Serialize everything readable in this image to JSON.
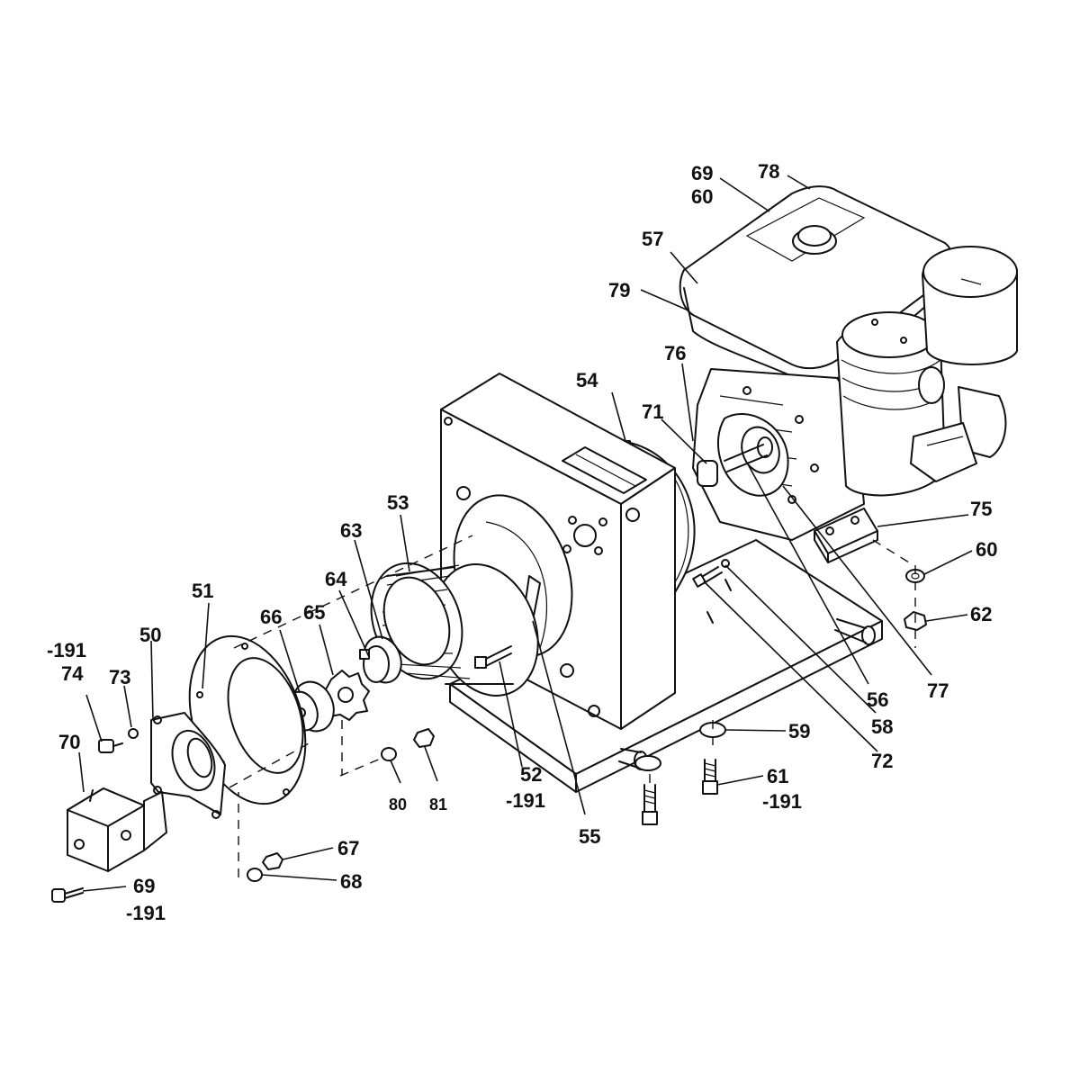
{
  "callouts": {
    "c78": "78",
    "c69_top": "69",
    "c60_top": "60",
    "c57": "57",
    "c79": "79",
    "c76": "76",
    "c54": "54",
    "c71": "71",
    "c75": "75",
    "c60": "60",
    "c62": "62",
    "c53": "53",
    "c63": "63",
    "c64": "64",
    "c51": "51",
    "c66": "66",
    "c65": "65",
    "c50": "50",
    "c191_left": "-191",
    "c74": "74",
    "c73": "73",
    "c70": "70",
    "c56": "56",
    "c77": "77",
    "c58": "58",
    "c72": "72",
    "c59": "59",
    "c61": "61",
    "c191_61": "-191",
    "c52": "52",
    "c191_52": "-191",
    "c55": "55",
    "c80": "80",
    "c81": "81",
    "c67": "67",
    "c68": "68",
    "c69_bottom": "69",
    "c191_69": "-191"
  }
}
